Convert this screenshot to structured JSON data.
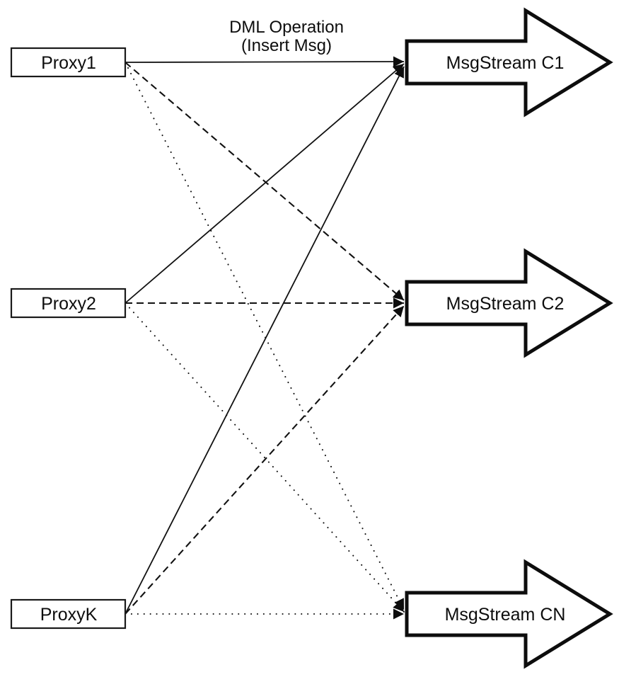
{
  "diagram": {
    "annotation": {
      "line1": "DML Operation",
      "line2": "(Insert Msg)"
    },
    "proxies": [
      {
        "label": "Proxy1"
      },
      {
        "label": "Proxy2"
      },
      {
        "label": "ProxyK"
      }
    ],
    "streams": [
      {
        "label": "MsgStream C1"
      },
      {
        "label": "MsgStream C2"
      },
      {
        "label": "MsgStream CN"
      }
    ],
    "connections": [
      {
        "from": "Proxy1",
        "to": "MsgStream C1",
        "style": "solid"
      },
      {
        "from": "Proxy2",
        "to": "MsgStream C1",
        "style": "solid"
      },
      {
        "from": "ProxyK",
        "to": "MsgStream C1",
        "style": "solid"
      },
      {
        "from": "Proxy1",
        "to": "MsgStream C2",
        "style": "dashed"
      },
      {
        "from": "Proxy2",
        "to": "MsgStream C2",
        "style": "dashed"
      },
      {
        "from": "ProxyK",
        "to": "MsgStream C2",
        "style": "dashed"
      },
      {
        "from": "Proxy1",
        "to": "MsgStream CN",
        "style": "dotted"
      },
      {
        "from": "Proxy2",
        "to": "MsgStream CN",
        "style": "dotted"
      },
      {
        "from": "ProxyK",
        "to": "MsgStream CN",
        "style": "dotted"
      }
    ],
    "colors": {
      "stroke": "#0d0d0d",
      "fill": "#ffffff",
      "background": "#ffffff"
    }
  }
}
